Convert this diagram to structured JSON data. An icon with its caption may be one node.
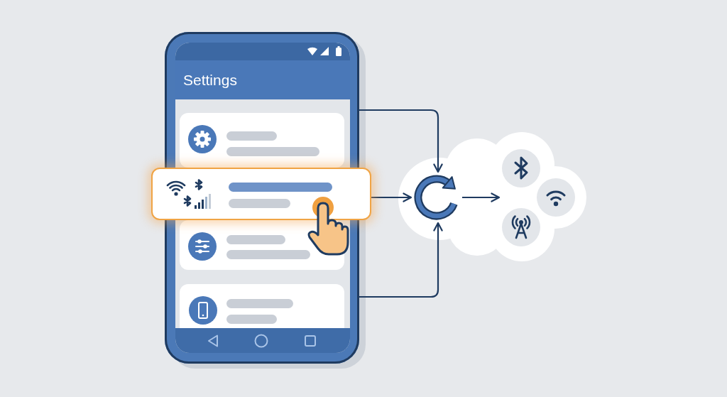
{
  "diagram": {
    "nodes": [
      {
        "text": [
          "Settings"
        ]
      },
      {
        "text": [],
        "shape": "box",
        "in": 0
      },
      {
        "text": [],
        "shape": "box"
      },
      {
        "text": [],
        "shape": "box",
        "in": 0
      },
      {
        "text": [],
        "shape": "box",
        "in": 0
      },
      {
        "text": [],
        "shape": "cloud"
      },
      {
        "text": [],
        "shape": "picture",
        "in": 5
      }
    ],
    "edges": [
      {
        "from": 0,
        "to": 6,
        "arrow": "to"
      },
      {
        "from": 2,
        "to": 6,
        "arrow": "to"
      },
      {
        "from": 0,
        "to": 6,
        "arrow": "to"
      },
      {
        "from": 6,
        "to": null,
        "arrow": "to"
      }
    ]
  }
}
